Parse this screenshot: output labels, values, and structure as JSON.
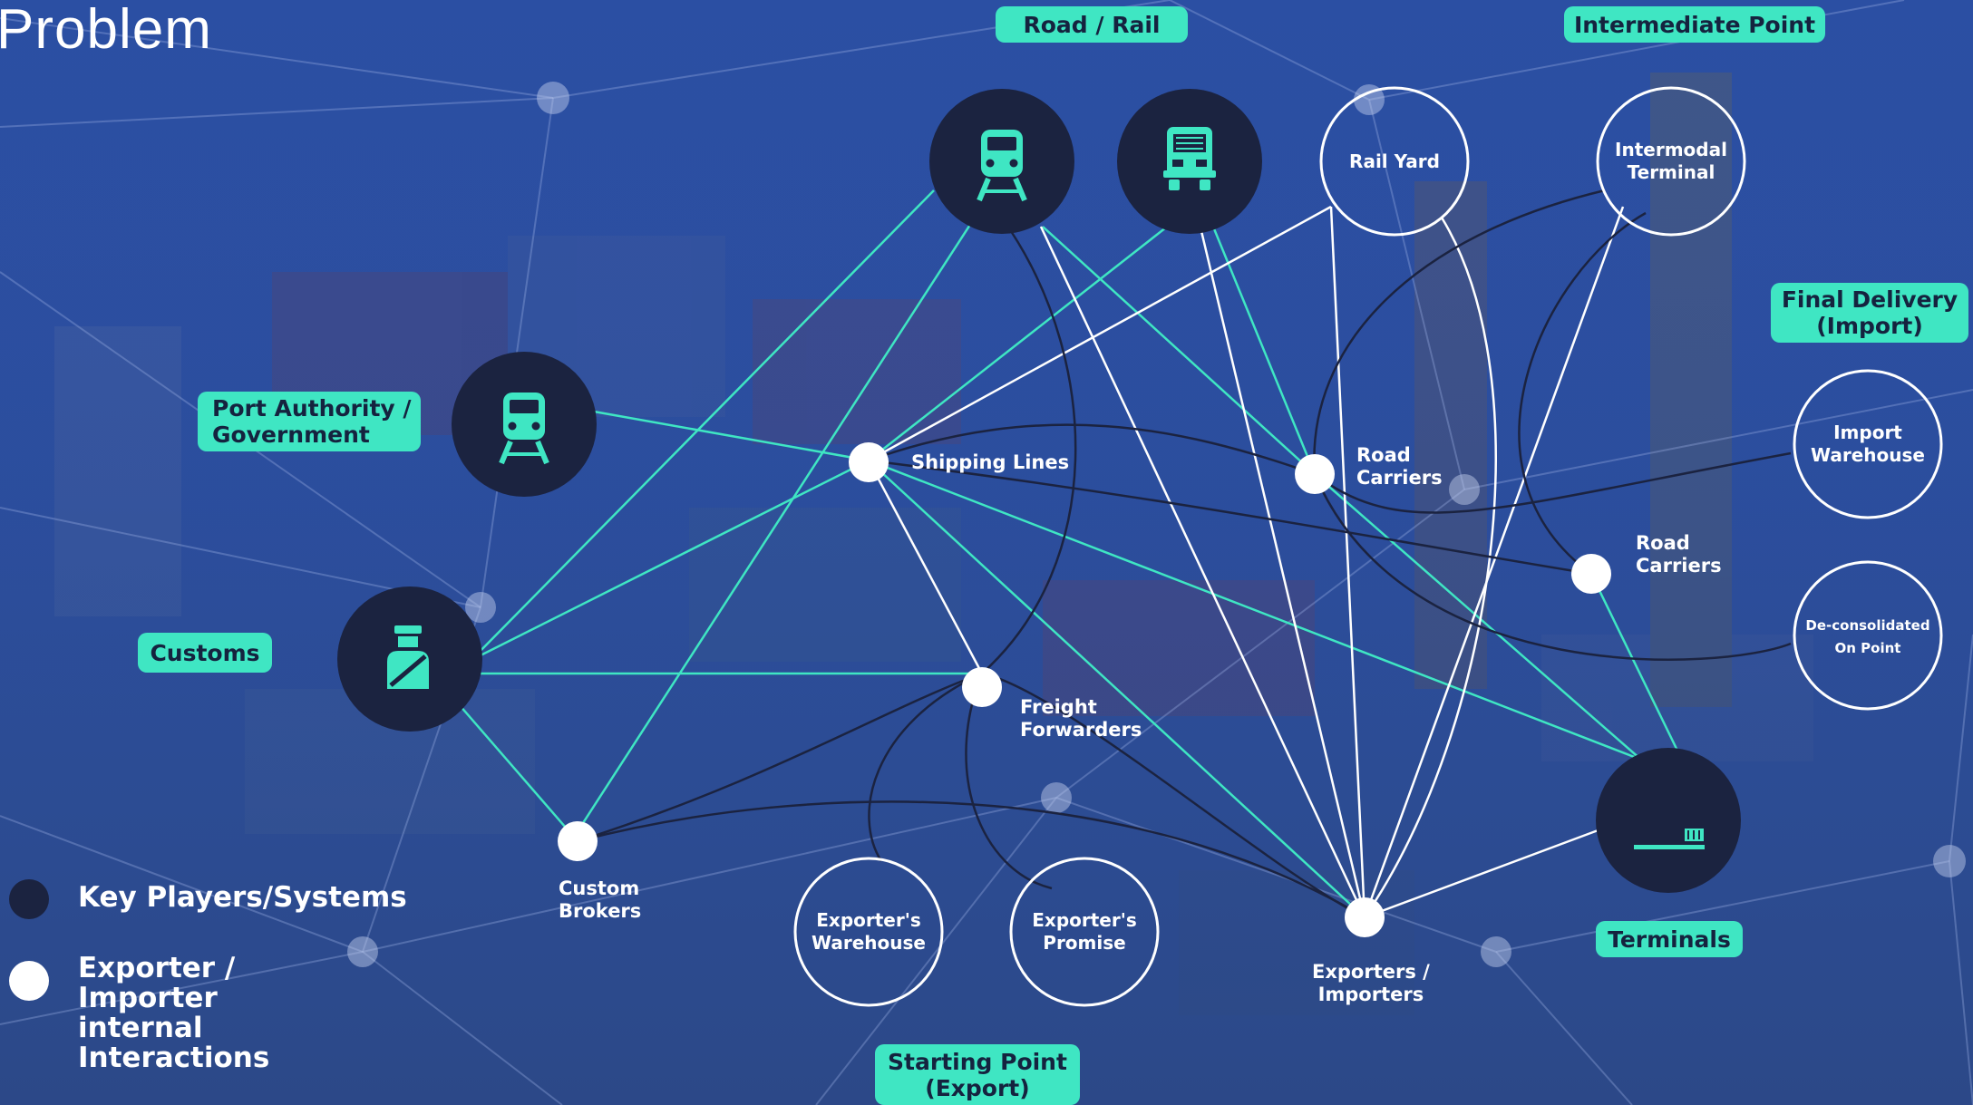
{
  "title": "Problem",
  "tags": {
    "road_rail": "Road / Rail",
    "intermediate_point": "Intermediate Point",
    "final_delivery": "Final Delivery\n(Import)",
    "port_authority": "Port Authority /\nGovernment",
    "customs": "Customs",
    "terminals": "Terminals",
    "starting_point": "Starting Point\n(Export)"
  },
  "nodes": {
    "shipping_lines": "Shipping Lines",
    "road_carriers_1": "Road\nCarriers",
    "road_carriers_2": "Road\nCarriers",
    "freight_forwarders": "Freight\nForwarders",
    "custom_brokers": "Custom\nBrokers",
    "exporters_importers": "Exporters /\nImporters"
  },
  "circles": {
    "rail_yard": "Rail Yard",
    "intermodal_terminal": "Intermodal\nTerminal",
    "import_warehouse": "Import\nWarehouse",
    "deconsolidated": "De-consolidated\nOn Point",
    "exporters_warehouse": "Exporter's\nWarehouse",
    "exporters_promise": "Exporter's\nPromise"
  },
  "legend": {
    "key_players": "Key Players/Systems",
    "internal": "Exporter / Importer\ninternal Interactions"
  },
  "icons": {
    "train_icon": "train-icon",
    "truck_icon": "truck-icon",
    "customs_officer_icon": "customs-officer-icon",
    "terminal_icon": "terminal-icon"
  },
  "colors": {
    "accent": "#3fe6c3",
    "dark_node": "#1b2340",
    "background": "#2c4e9e",
    "white": "#ffffff"
  }
}
